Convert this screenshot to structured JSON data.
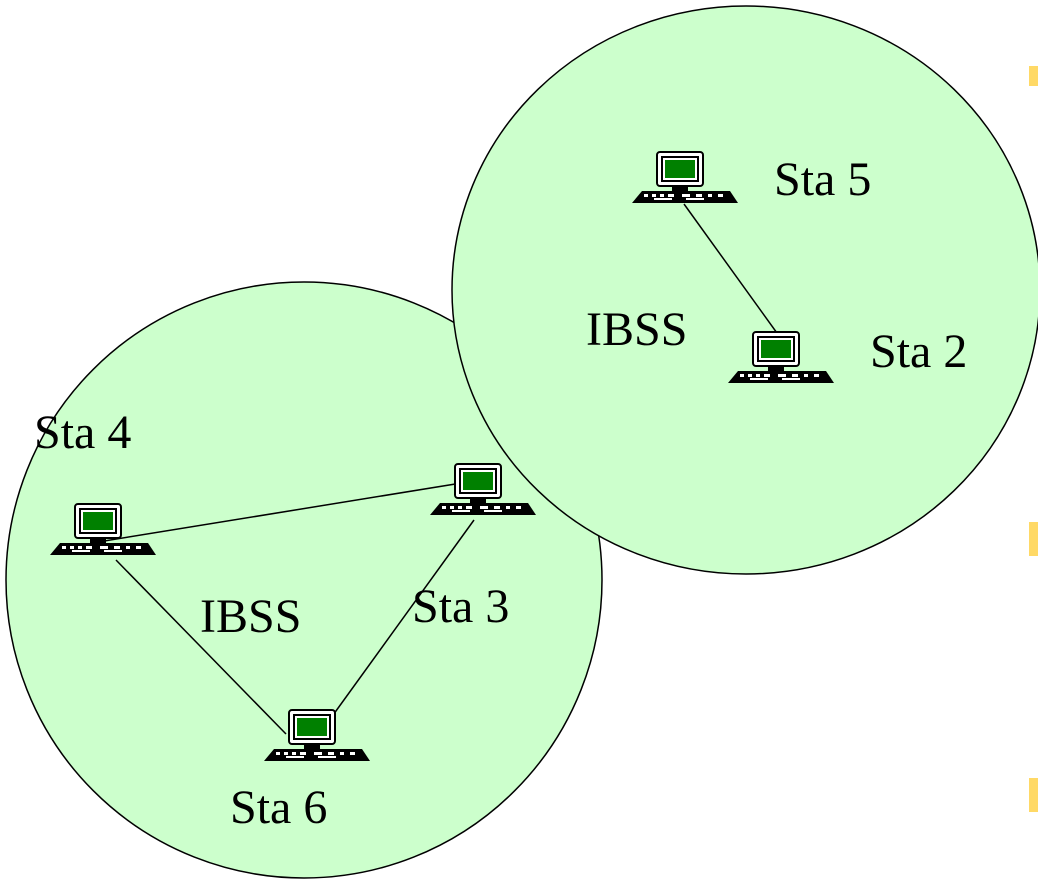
{
  "diagram": {
    "colors": {
      "cell_fill": "#CCFFCC",
      "outline": "#000000",
      "screen": "#008000",
      "accent_bar": "#FFD966"
    },
    "cells": [
      {
        "id": "cell-a",
        "label": "IBSS"
      },
      {
        "id": "cell-b",
        "label": "IBSS"
      }
    ],
    "stations": [
      {
        "id": "sta5",
        "label": "Sta 5"
      },
      {
        "id": "sta2",
        "label": "Sta 2"
      },
      {
        "id": "sta4",
        "label": "Sta 4"
      },
      {
        "id": "sta3",
        "label": "Sta 3"
      },
      {
        "id": "sta6",
        "label": "Sta 6"
      }
    ],
    "links": [
      [
        "sta5",
        "sta2"
      ],
      [
        "sta4",
        "sta3"
      ],
      [
        "sta4",
        "sta6"
      ],
      [
        "sta3",
        "sta6"
      ]
    ],
    "icon": "desktop-computer-icon"
  }
}
